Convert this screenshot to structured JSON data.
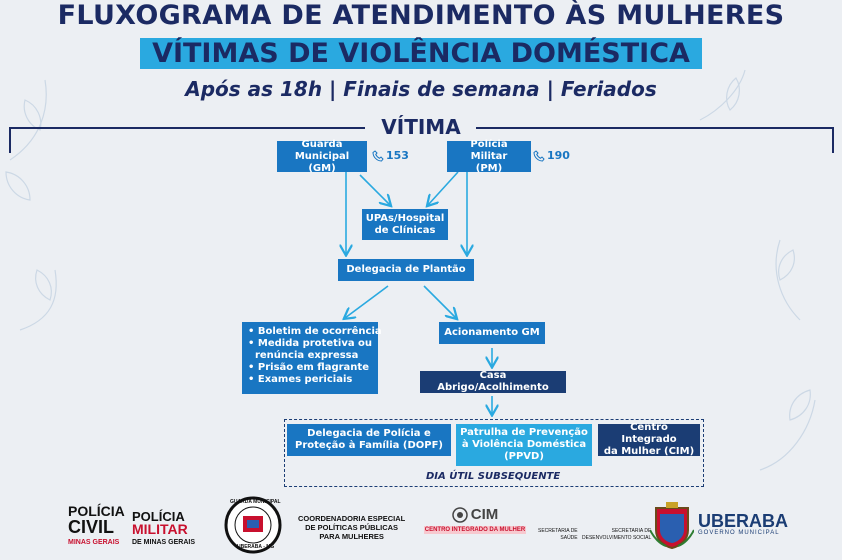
{
  "header": {
    "title_line1": "FLUXOGRAMA DE ATENDIMENTO ÀS MULHERES",
    "title_line2": "VÍTIMAS DE VIOLÊNCIA DOMÉSTICA",
    "subtitle": "Após as 18h | Finais de semana | Feriados"
  },
  "flow": {
    "root": "VÍTIMA",
    "guarda_municipal": "Guarda\nMunicipal (GM)",
    "guarda_phone": "153",
    "policia_militar": "Polícia Militar\n(PM)",
    "policia_phone": "190",
    "upas": "UPAs/Hospital\nde Clínicas",
    "delegacia_plantao": "Delegacia de Plantão",
    "list_items": [
      "Boletim de ocorrência",
      "Medida protetiva ou",
      "renúncia expressa",
      "Prisão em flagrante",
      "Exames periciais"
    ],
    "acionamento": "Acionamento GM",
    "casa_abrigo": "Casa Abrigo/Acolhimento",
    "dopf": "Delegacia de Polícia e\nProteção à Família (DOPF)",
    "ppvd": "Patrulha de Prevenção\nà Violência Doméstica\n(PPVD)",
    "cim": "Centro Integrado\nda Mulher (CIM)",
    "dia_util": "DIA ÚTIL SUBSEQUENTE"
  },
  "footer": {
    "policia_civil_1": "POLÍCIA",
    "policia_civil_2": "CIVIL",
    "policia_civil_3": "MINAS GERAIS",
    "policia_militar_1": "POLÍCIA",
    "policia_militar_2": "MILITAR",
    "policia_militar_3": "DE MINAS GERAIS",
    "guarda_seal_top": "GUARDA MUNICIPAL",
    "guarda_seal_bottom": "UBERABA - MG",
    "coordenadoria": "COORDENADORIA ESPECIAL\nDE POLÍTICAS PÚBLICAS\nPARA MULHERES",
    "cim_logo": "CIM",
    "cim_sub": "CENTRO INTEGRADO DA MULHER",
    "sec_saude": "SECRETARIA DE\nSAÚDE",
    "sec_social": "SECRETARIA DE\nDESENVOLVIMENTO SOCIAL",
    "uberaba": "UBERABA",
    "uberaba_sub": "GOVERNO MUNICIPAL"
  },
  "colors": {
    "navy": "#1b2a63",
    "blue": "#1976c2",
    "light_blue": "#2aa9e0",
    "dark_blue": "#1b3d74",
    "background": "#eceff3"
  }
}
